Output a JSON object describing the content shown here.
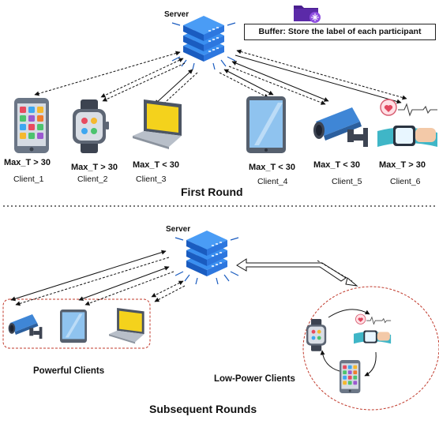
{
  "server_label": "Server",
  "buffer_label": "Buffer: Store the label of each participant",
  "first_round": {
    "title": "First Round",
    "clients": [
      {
        "condition": "Max_T > 30",
        "name": "Client_1",
        "device_icon": "smartphone-icon"
      },
      {
        "condition": "Max_T > 30",
        "name": "Client_2",
        "device_icon": "smartwatch-icon"
      },
      {
        "condition": "Max_T < 30",
        "name": "Client_3",
        "device_icon": "laptop-icon"
      },
      {
        "condition": "Max_T < 30",
        "name": "Client_4",
        "device_icon": "tablet-icon"
      },
      {
        "condition": "Max_T < 30",
        "name": "Client_5",
        "device_icon": "security-camera-icon"
      },
      {
        "condition": "Max_T > 30",
        "name": "Client_6",
        "device_icon": "fitness-band-icon"
      }
    ]
  },
  "subsequent_rounds": {
    "title": "Subsequent Rounds",
    "powerful_label": "Powerful Clients",
    "low_power_label": "Low-Power Clients",
    "powerful_devices": [
      "security-camera-icon",
      "tablet-icon",
      "laptop-icon"
    ],
    "low_power_devices": [
      "smartwatch-icon",
      "fitness-band-icon",
      "smartphone-icon"
    ]
  },
  "colors": {
    "server": "#1f6fd1",
    "server_dark": "#12449c",
    "folder": "#4a1f8f",
    "camera": "#3f86d6",
    "laptop_screen": "#f4d21c",
    "group_border": "#c0392b"
  }
}
